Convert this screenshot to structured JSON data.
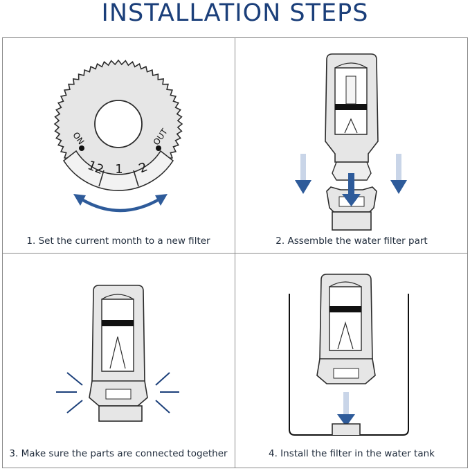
{
  "title": "INSTALLATION STEPS",
  "steps": [
    {
      "caption": "1. Set the current month to a new filter",
      "dial": {
        "on": "ON",
        "out": "OUT",
        "months": [
          "12",
          "1",
          "2"
        ]
      }
    },
    {
      "caption": "2. Assemble the water filter part"
    },
    {
      "caption": "3. Make sure the parts are connected together"
    },
    {
      "caption": "4. Install the filter in the water tank"
    }
  ],
  "colors": {
    "title": "#1b3f7a",
    "arrow": "#2e5b9a",
    "arrow_light": "#c9d5e8",
    "outline": "#2b2b2b",
    "fill": "#e6e6e6"
  }
}
